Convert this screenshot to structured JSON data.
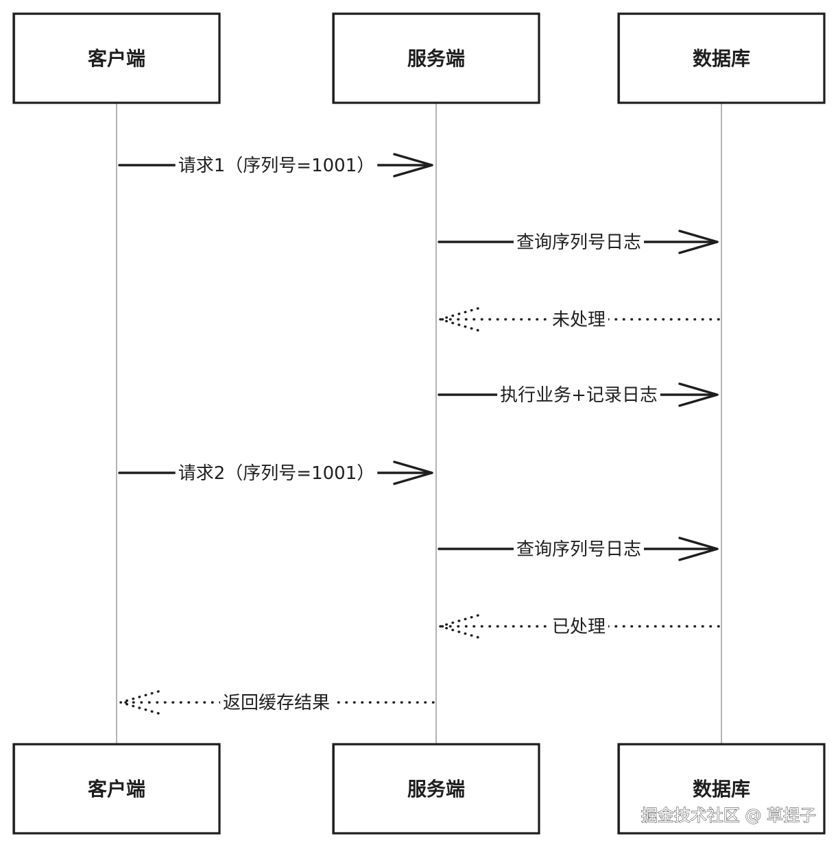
{
  "participants": [
    {
      "id": "client",
      "label": "客户端"
    },
    {
      "id": "server",
      "label": "服务端"
    },
    {
      "id": "database",
      "label": "数据库"
    }
  ],
  "messages": [
    {
      "from": "client",
      "to": "server",
      "label": "请求1（序列号=1001）",
      "style": "solid"
    },
    {
      "from": "server",
      "to": "database",
      "label": "查询序列号日志",
      "style": "solid"
    },
    {
      "from": "database",
      "to": "server",
      "label": "未处理",
      "style": "dotted"
    },
    {
      "from": "server",
      "to": "database",
      "label": "执行业务+记录日志",
      "style": "solid"
    },
    {
      "from": "client",
      "to": "server",
      "label": "请求2（序列号=1001）",
      "style": "solid"
    },
    {
      "from": "server",
      "to": "database",
      "label": "查询序列号日志",
      "style": "solid"
    },
    {
      "from": "database",
      "to": "server",
      "label": "已处理",
      "style": "dotted"
    },
    {
      "from": "server",
      "to": "client",
      "label": "返回缓存结果",
      "style": "dotted"
    }
  ],
  "watermark": "掘金技术社区 @ 草捏子",
  "colors": {
    "stroke": "#1e1e1e",
    "lifeline": "#9a9a9a",
    "background": "#ffffff"
  }
}
